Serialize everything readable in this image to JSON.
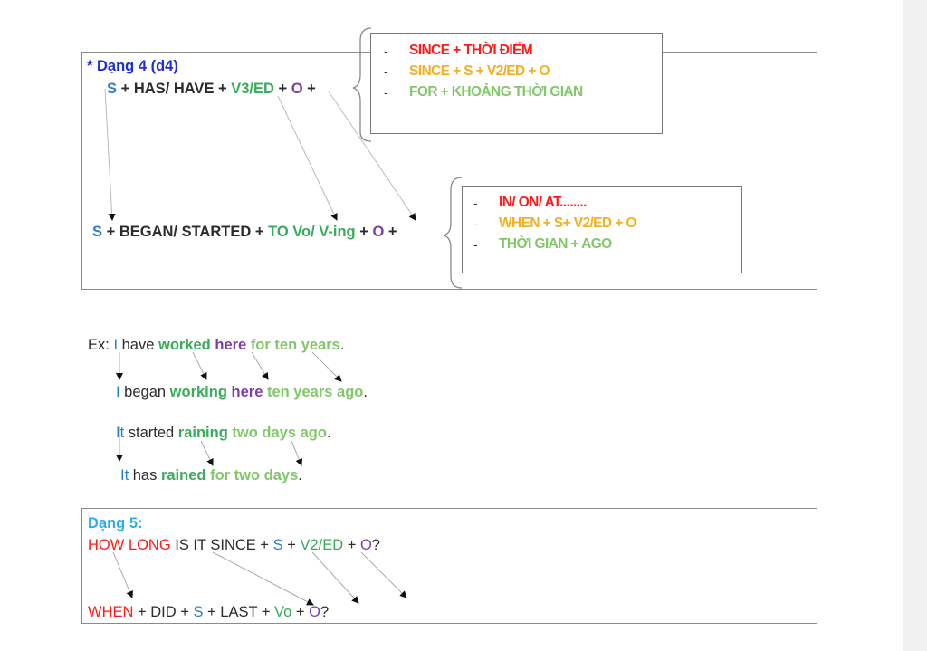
{
  "d4": {
    "title": "* Dạng 4 (d4)",
    "f1": {
      "s": "S",
      "p1": " + HAS/ HAVE + ",
      "v": "V3/ED",
      "p2": " + ",
      "o": "O",
      "p3": " +"
    },
    "f2": {
      "s": "S",
      "p1": " + BEGAN/ STARTED + ",
      "v": "TO Vo/ V-ing",
      "p2": " + ",
      "o": "O",
      "p3": " +"
    },
    "notes1": [
      "SINCE + THỜI ĐIỂM",
      "SINCE + S + V2/ED + O",
      "FOR + KHOẢNG THỜI GIAN"
    ],
    "notes2": [
      "IN/ ON/ AT........",
      "WHEN + S+ V2/ED + O",
      "THỜI GIAN + AGO"
    ],
    "dash": "-"
  },
  "examples": {
    "ex1": {
      "pre": "Ex: ",
      "s": "I",
      "p1": " have ",
      "v": "worked",
      "p2": " ",
      "adv": "here",
      "p3": " ",
      "t": "for ten years",
      "end": "."
    },
    "ex2": {
      "s": "I",
      "p1": " began ",
      "v": "working",
      "p2": " ",
      "adv": "here",
      "p3": " ",
      "t": "ten years ago",
      "end": "."
    },
    "ex3": {
      "s": "It",
      "p1": " started ",
      "v": "raining",
      "p2": " ",
      "t": "two days ago",
      "end": "."
    },
    "ex4": {
      "s": "It",
      "p1": " has ",
      "v": "rained",
      "p2": " ",
      "t": "for two days",
      "end": "."
    }
  },
  "d5": {
    "title": "Dạng 5:",
    "f1": {
      "hl": "HOW LONG",
      "p1": " IS IT SINCE + ",
      "s": "S",
      "p2": " + ",
      "v": "V2/ED",
      "p3": " + ",
      "o": "O",
      "end": "?"
    },
    "f2": {
      "w": "WHEN",
      "p1": " + DID + ",
      "s": "S",
      "p2": " + LAST + ",
      "v": "Vo",
      "p3": " + ",
      "o": "O",
      "end": "?"
    }
  }
}
